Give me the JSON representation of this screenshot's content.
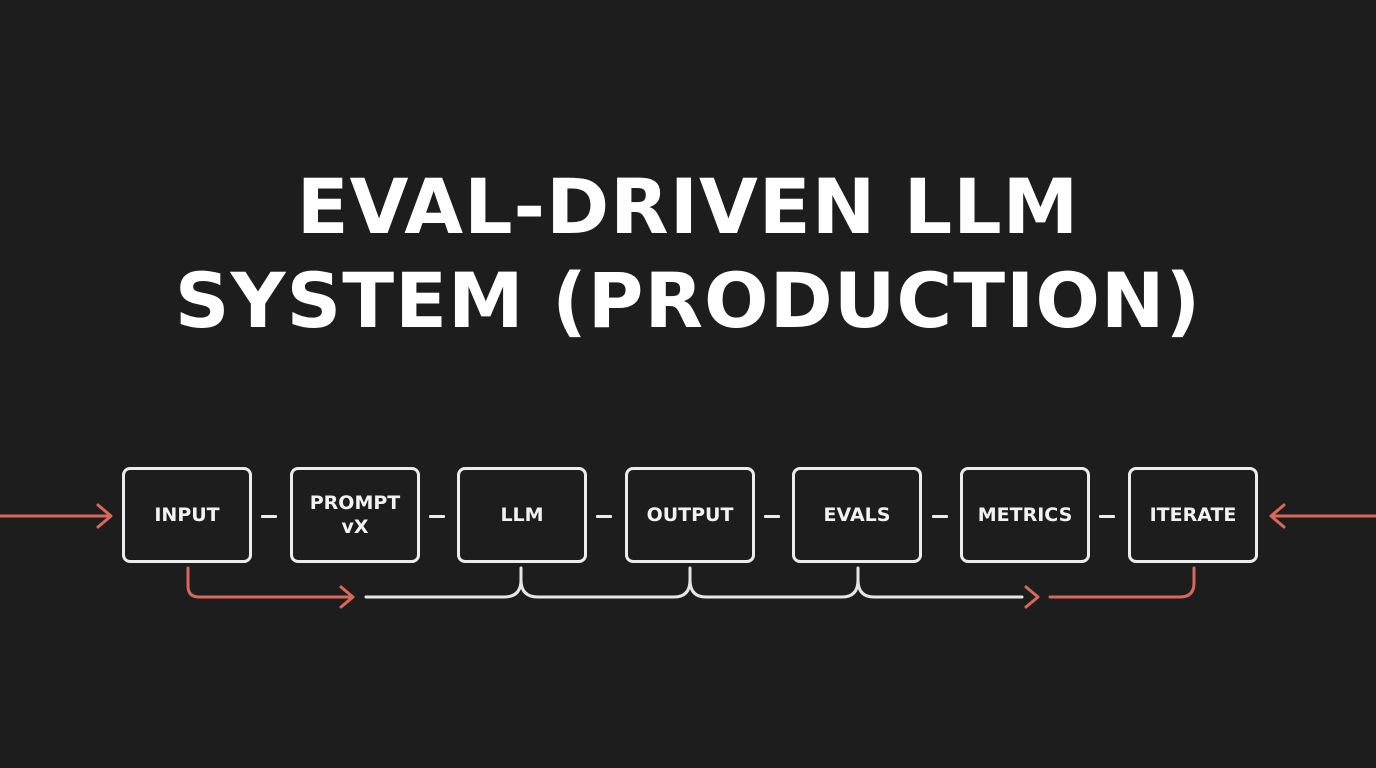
{
  "title": {
    "line1": "EVAL-DRIVEN LLM",
    "line2": "SYSTEM (PRODUCTION)"
  },
  "stages": [
    {
      "label": "INPUT"
    },
    {
      "label": "PROMPT\nvX"
    },
    {
      "label": "LLM"
    },
    {
      "label": "OUTPUT"
    },
    {
      "label": "EVALS"
    },
    {
      "label": "METRICS"
    },
    {
      "label": "ITERATE"
    }
  ],
  "colors": {
    "background": "#1d1d1d",
    "box_stroke": "#ececec",
    "text": "#ffffff",
    "accent_arrow": "#d9685a",
    "bus_line": "#e6e6e6"
  }
}
